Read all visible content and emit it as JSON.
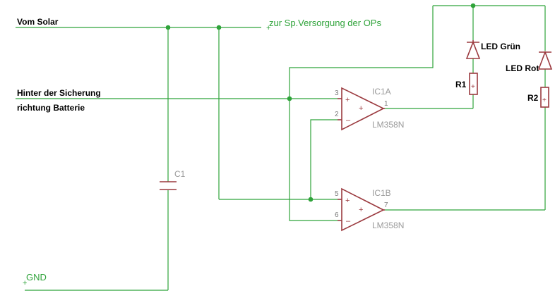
{
  "labels": {
    "vom_solar": "Vom Solar",
    "op_supply": "zur Sp.Versorgung der OPs",
    "battery_line1": "Hinter der Sicherung",
    "battery_line2": "richtung Batterie",
    "gnd": "GND"
  },
  "components": {
    "c1": "C1",
    "ic1a": {
      "name": "IC1A",
      "type": "LM358N",
      "pin_in_plus": "3",
      "pin_in_minus": "2",
      "pin_out": "1"
    },
    "ic1b": {
      "name": "IC1B",
      "type": "LM358N",
      "pin_in_plus": "5",
      "pin_in_minus": "6",
      "pin_out": "7"
    },
    "led_green": "LED Grün",
    "led_red": "LED Rot",
    "r1": "R1",
    "r2": "R2"
  },
  "colors": {
    "wire": "#2fa33a",
    "part": "#9b3a3f",
    "name": "#9a9a9a"
  }
}
